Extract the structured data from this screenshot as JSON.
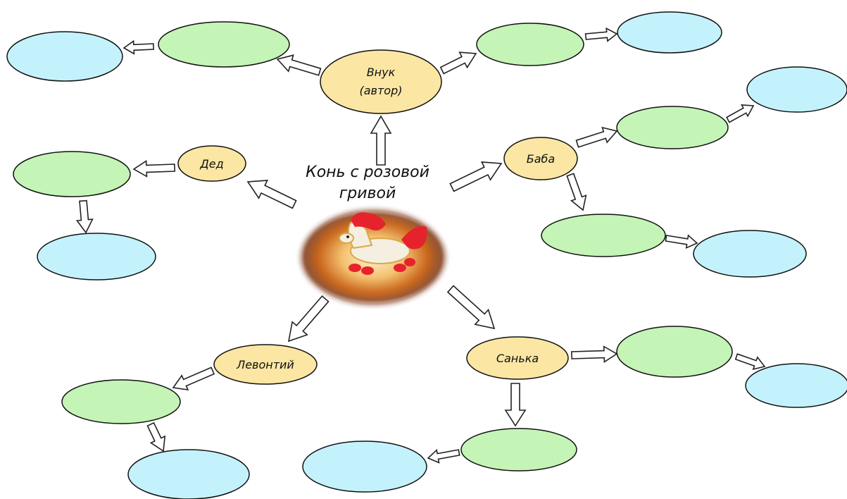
{
  "title": {
    "line1": "Конь с розовой",
    "line2": "гривой"
  },
  "characters": {
    "vnuk": {
      "line1": "Внук",
      "line2": "(автор)"
    },
    "ded": "Дед",
    "baba": "Баба",
    "levontiy": "Левонтий",
    "sanka": "Санька"
  },
  "colors": {
    "character_fill": "#fbe6a3",
    "trait_fill": "#c4f4b6",
    "detail_fill": "#c4f2fc",
    "stroke": "#111111",
    "glow_center": "#f7c46a",
    "glow_edge": "#8a3a0c"
  }
}
